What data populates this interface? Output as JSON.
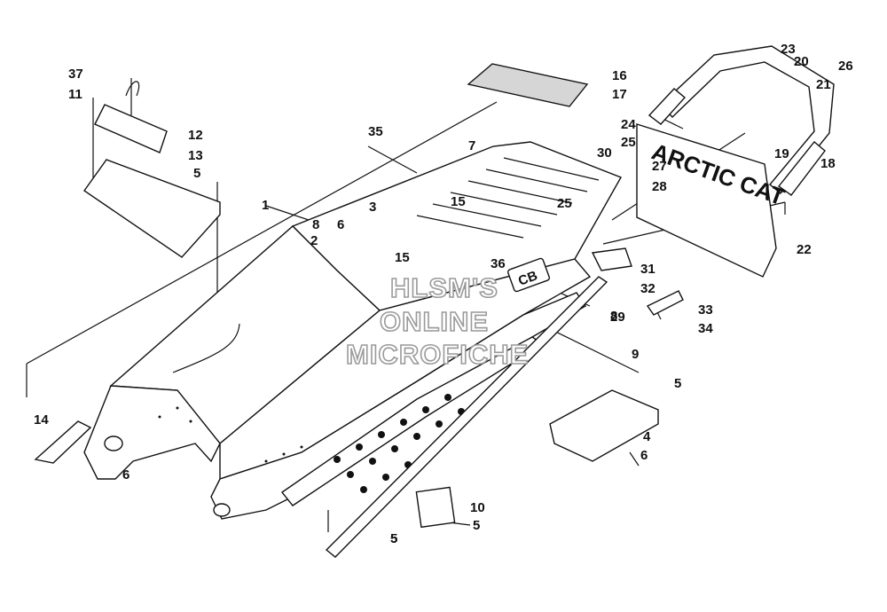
{
  "watermark": [
    "HLSM'S",
    "ONLINE",
    "MICROFICHE"
  ],
  "brand_text": "ARCTIC CAT",
  "plate_text": "CB",
  "callouts": [
    "1",
    "2",
    "3",
    "4",
    "5",
    "5",
    "5",
    "5",
    "5",
    "6",
    "6",
    "6",
    "7",
    "8",
    "8",
    "9",
    "10",
    "11",
    "12",
    "13",
    "14",
    "15",
    "15",
    "16",
    "17",
    "18",
    "19",
    "20",
    "21",
    "22",
    "23",
    "24",
    "25",
    "25",
    "26",
    "27",
    "28",
    "29",
    "30",
    "31",
    "32",
    "33",
    "34",
    "35",
    "36",
    "37"
  ]
}
